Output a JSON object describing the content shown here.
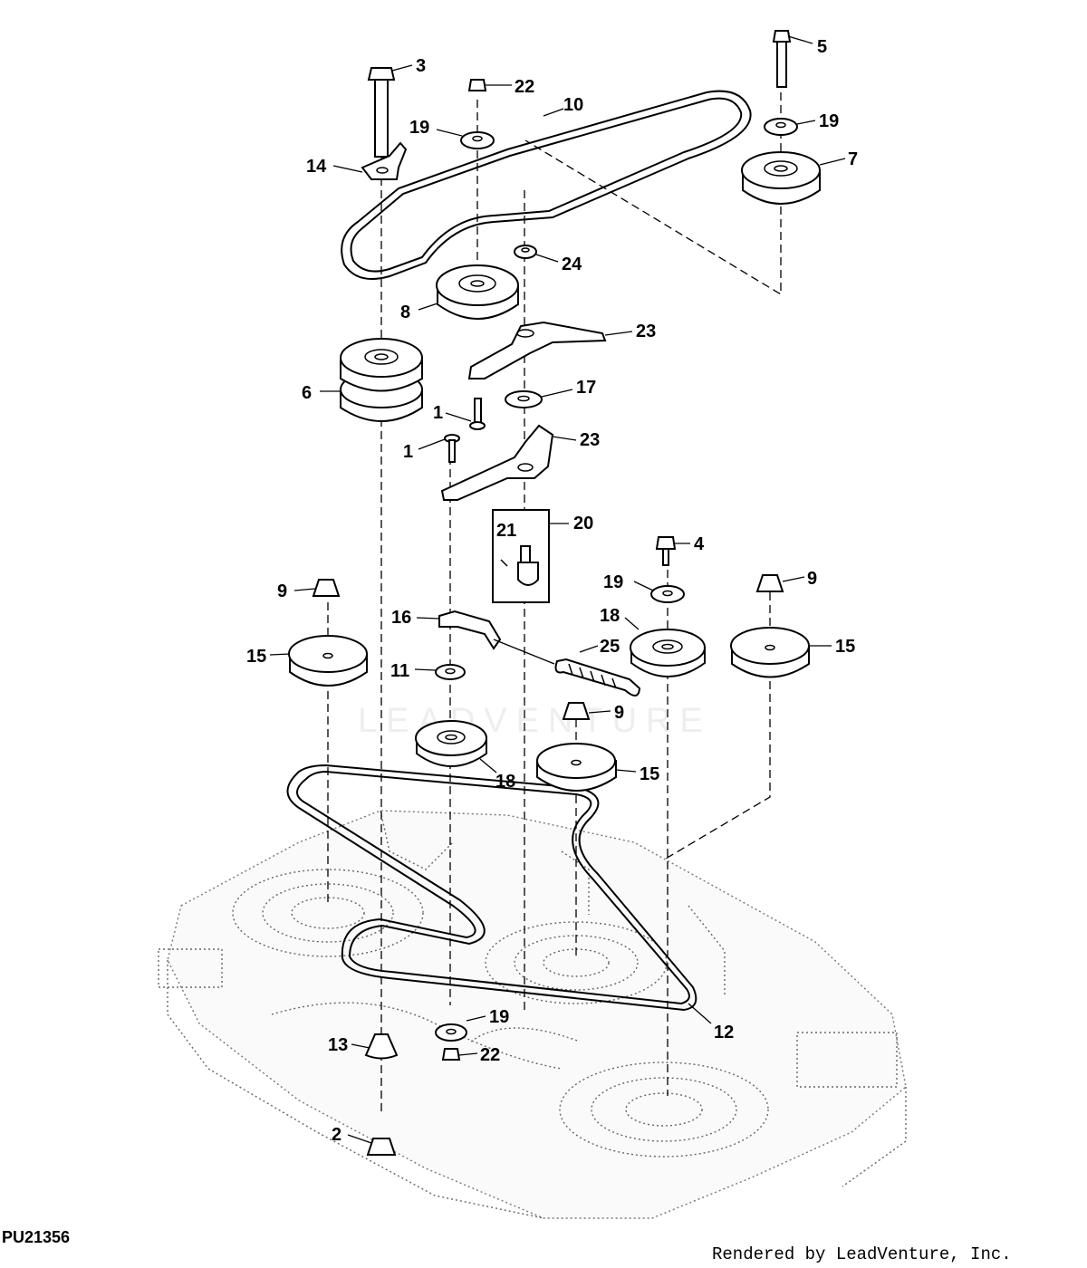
{
  "diagram": {
    "figure_id": "PU21356",
    "credit": "Rendered by LeadVenture, Inc.",
    "watermark": "LEADVENTURE",
    "callouts": [
      {
        "id": "c3",
        "label": "3"
      },
      {
        "id": "c22a",
        "label": "22"
      },
      {
        "id": "c10",
        "label": "10"
      },
      {
        "id": "c5",
        "label": "5"
      },
      {
        "id": "c19a",
        "label": "19"
      },
      {
        "id": "c19b",
        "label": "19"
      },
      {
        "id": "c14",
        "label": "14"
      },
      {
        "id": "c7",
        "label": "7"
      },
      {
        "id": "c24",
        "label": "24"
      },
      {
        "id": "c8",
        "label": "8"
      },
      {
        "id": "c23a",
        "label": "23"
      },
      {
        "id": "c6",
        "label": "6"
      },
      {
        "id": "c17",
        "label": "17"
      },
      {
        "id": "c1a",
        "label": "1"
      },
      {
        "id": "c1b",
        "label": "1"
      },
      {
        "id": "c23b",
        "label": "23"
      },
      {
        "id": "c20",
        "label": "20"
      },
      {
        "id": "c21",
        "label": "21"
      },
      {
        "id": "c4",
        "label": "4"
      },
      {
        "id": "c9a",
        "label": "9"
      },
      {
        "id": "c19c",
        "label": "19"
      },
      {
        "id": "c9b",
        "label": "9"
      },
      {
        "id": "c16",
        "label": "16"
      },
      {
        "id": "c18a",
        "label": "18"
      },
      {
        "id": "c15a",
        "label": "15"
      },
      {
        "id": "c25",
        "label": "25"
      },
      {
        "id": "c15b",
        "label": "15"
      },
      {
        "id": "c11",
        "label": "11"
      },
      {
        "id": "c9c",
        "label": "9"
      },
      {
        "id": "c15c",
        "label": "15"
      },
      {
        "id": "c18b",
        "label": "18"
      },
      {
        "id": "c12",
        "label": "12"
      },
      {
        "id": "c19d",
        "label": "19"
      },
      {
        "id": "c13",
        "label": "13"
      },
      {
        "id": "c22b",
        "label": "22"
      },
      {
        "id": "c2",
        "label": "2"
      }
    ]
  }
}
